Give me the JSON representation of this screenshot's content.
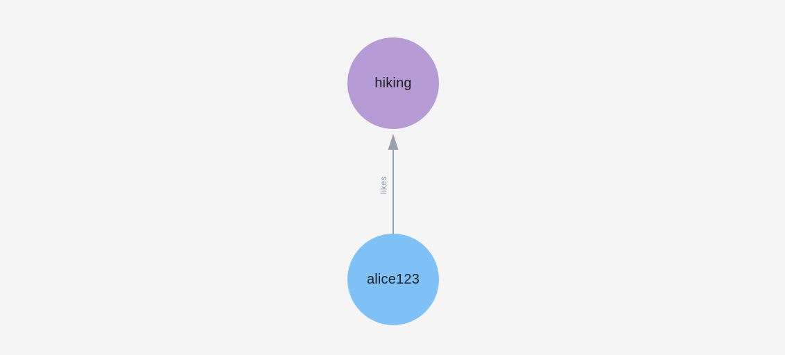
{
  "canvas": {
    "background_color": "#f5f5f6"
  },
  "graph": {
    "nodes": [
      {
        "id": "hiking",
        "label": "hiking",
        "color": "#b59cd4",
        "text_color": "#1d1e20"
      },
      {
        "id": "alice123",
        "label": "alice123",
        "color": "#7dc1f7",
        "text_color": "#1d1e20"
      }
    ],
    "edges": [
      {
        "label": "likes",
        "source": "alice123",
        "target": "hiking",
        "direction": "source-to-target",
        "color": "#9aa1ac",
        "label_color": "#8e939c"
      }
    ]
  }
}
